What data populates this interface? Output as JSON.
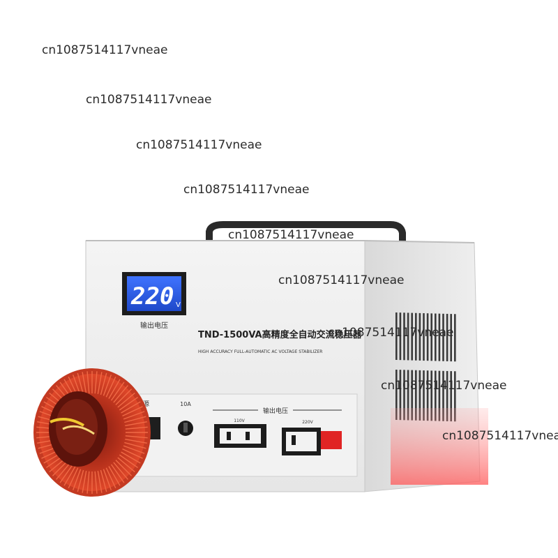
{
  "watermark": "cn1087514117vneae",
  "display": {
    "reading": "220",
    "unit": "V",
    "label": "输出电压"
  },
  "product": {
    "model_title": "TND-1500VA高精度全自动交流稳压器",
    "subtitle": "HIGH ACCURACY FULL-AUTOMATIC AC VOLTAGE STABILIZER"
  },
  "panel": {
    "left_label_fragment": "源",
    "fuse_rating": "10A",
    "output_group_label": "输出电压",
    "socket_110_label": "110V",
    "socket_220_label": "220V"
  },
  "colors": {
    "lcd": "#2d5fe0",
    "coil": "#d5391f",
    "housing": "#eeeeee"
  }
}
